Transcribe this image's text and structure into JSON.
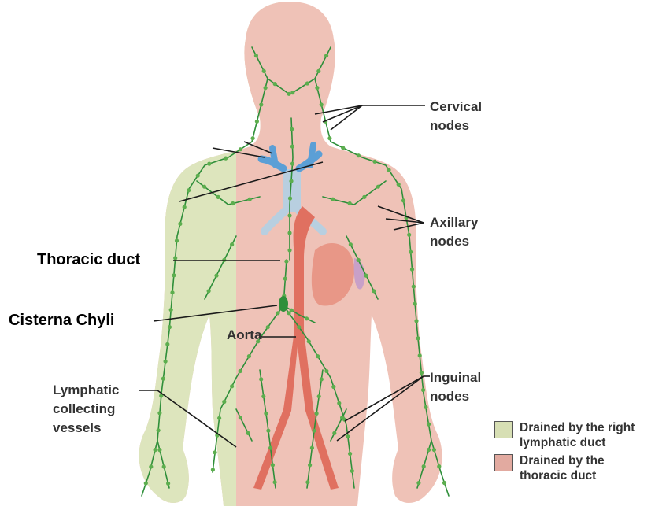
{
  "labels": {
    "cervical_nodes": [
      "Cervical",
      "nodes"
    ],
    "axillary_nodes": [
      "Axillary",
      "nodes"
    ],
    "thoracic_duct": "Thoracic duct",
    "cisterna_chyli": "Cisterna Chyli",
    "aorta": "Aorta",
    "inguinal_nodes": [
      "Inguinal",
      "nodes"
    ],
    "lymphatic_collecting_vessels": [
      "Lymphatic",
      "collecting",
      "vessels"
    ]
  },
  "legend": [
    {
      "text": [
        "Drained by the right",
        "lymphatic duct"
      ],
      "color": "#d7dfb4"
    },
    {
      "text": [
        "Drained by the",
        "thoracic duct"
      ],
      "color": "#e2aaa0"
    }
  ],
  "colors": {
    "right_region": "#dde5bd",
    "thoracic_region": "#efc2b7",
    "lymph_vessel": "#2f8f3a",
    "lymph_node": "#5cae4e",
    "aorta": "#e07060",
    "vein": "#5b9fd6",
    "trachea": "#b8cfe0",
    "stomach": "#e89787",
    "spleen": "#c8a0c8"
  }
}
